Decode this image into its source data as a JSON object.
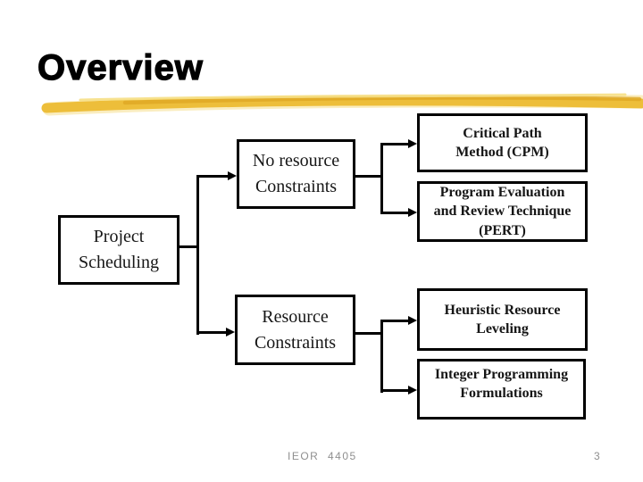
{
  "slide_title": "Overview",
  "footer": {
    "course_code": "IEOR  4405",
    "page_number": "3"
  },
  "colors": {
    "swoosh_gold": "#EDBE3A",
    "swoosh_light": "#F6DF85",
    "swoosh_underlay": "#F5DF8C",
    "swoosh_dark": "#DFA724",
    "connector_black": "#000000",
    "footer_gray": "#8F8F8F"
  },
  "diagram": {
    "nodes": {
      "project_scheduling": {
        "label": "Project\nScheduling"
      },
      "no_resource": {
        "label": "No resource\nConstraints"
      },
      "resource": {
        "label": "Resource\nConstraints"
      },
      "cpm": {
        "label": "Critical Path\nMethod (CPM)"
      },
      "pert": {
        "label": "Program Evaluation\nand Review Technique\n(PERT)"
      },
      "heuristic": {
        "label": "Heuristic Resource\nLeveling"
      },
      "integer": {
        "label": "Integer Programming\nFormulations"
      }
    }
  }
}
